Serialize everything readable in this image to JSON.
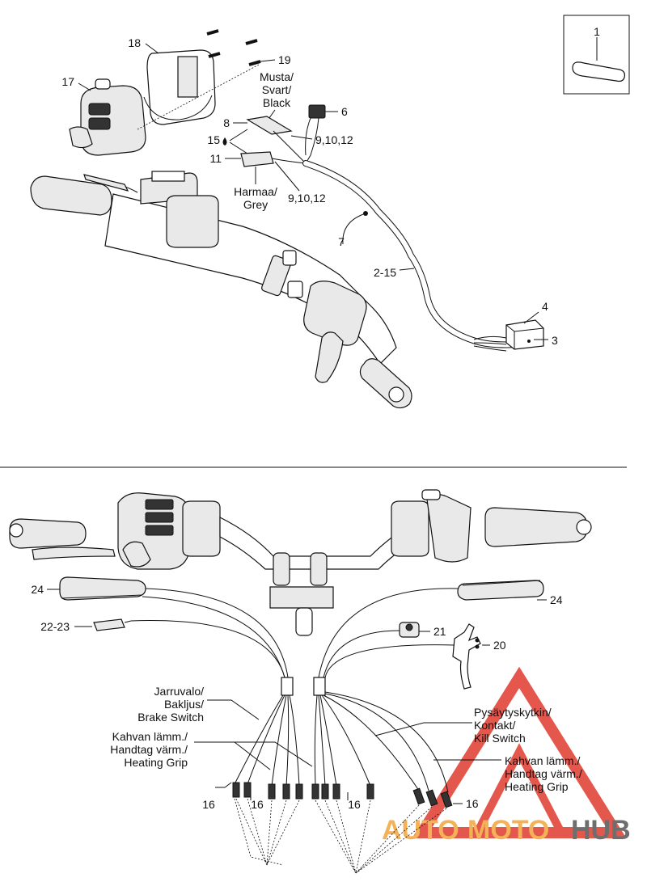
{
  "top": {
    "callouts": {
      "c1": "1",
      "c17": "17",
      "c18": "18",
      "c19": "19",
      "c6": "6",
      "c8": "8",
      "c15": "15",
      "c9_10_12_a": "9,10,12",
      "c11": "11",
      "c9_10_12_b": "9,10,12",
      "c7": "7",
      "c2_15": "2-15",
      "c4": "4",
      "c3": "3"
    },
    "wire_black": [
      "Musta/",
      "Svart/",
      "Black"
    ],
    "wire_grey": [
      "Harmaa/",
      "Grey"
    ]
  },
  "bottom": {
    "callouts": {
      "c24_left": "24",
      "c24_right": "24",
      "c22_23": "22-23",
      "c21": "21",
      "c20": "20",
      "c16_a": "16",
      "c16_b": "16",
      "c16_c": "16",
      "c16_d": "16"
    },
    "brake_switch": [
      "Jarruvalo/",
      "Bakljus/",
      "Brake Switch"
    ],
    "heating_grip_left": [
      "Kahvan lämm./",
      "Handtag värm./",
      "Heating Grip"
    ],
    "kill_switch": [
      "Pysäytyskytkin/",
      "Kontakt/",
      "Kill Switch"
    ],
    "heating_grip_right": [
      "Kahvan lämm./",
      "Handtag värm./",
      "Heating Grip"
    ]
  },
  "watermark": {
    "part1": "AUTO",
    "part2": "MOTO",
    "part3": "HUB"
  },
  "colors": {
    "watermark_red": "#e03a2e",
    "watermark_orange": "#f2a53a",
    "watermark_dark": "#555555"
  }
}
